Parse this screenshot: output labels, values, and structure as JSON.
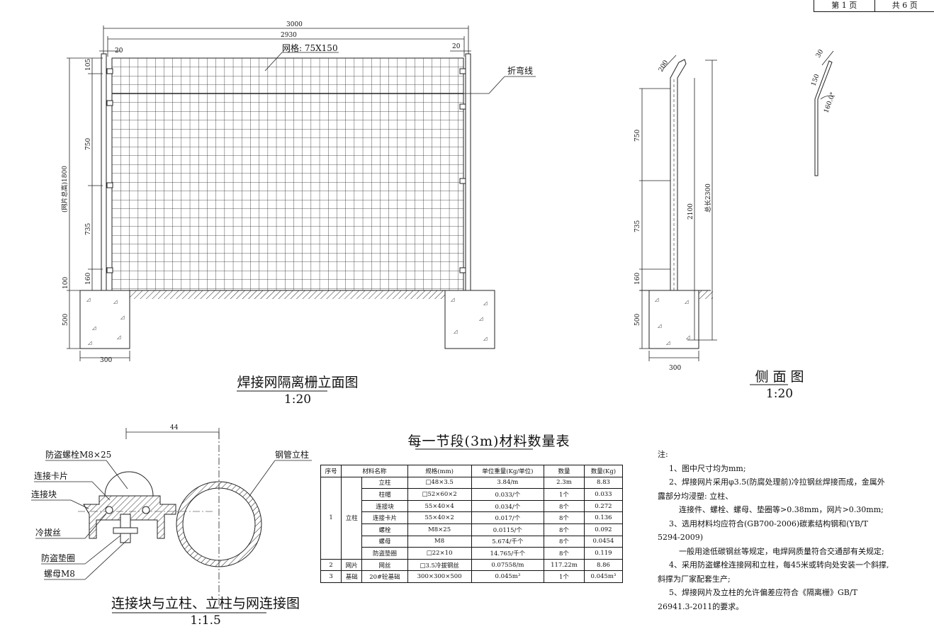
{
  "page_indicator": {
    "current": "第 1 页",
    "total": "共 6 页"
  },
  "elevation": {
    "title": "焊接网隔离栅立面图",
    "scale": "1:20",
    "dims": {
      "total_width": "3000",
      "inner_width": "2930",
      "left_gap": "20",
      "right_gap": "20",
      "mesh_label": "网格: 75X150",
      "bend_label": "折弯线",
      "height_label": "(网片总高)1800",
      "d105": "105",
      "d750": "750",
      "d735": "735",
      "d160": "160",
      "d100": "100",
      "d500": "500",
      "d300": "300"
    }
  },
  "side": {
    "title": "侧 面 图",
    "scale": "1:20",
    "dims": {
      "d200": "200",
      "d750": "750",
      "d735": "735",
      "d160": "160",
      "d500": "500",
      "d300": "300",
      "d2100": "2100",
      "total": "总长2300",
      "d30": "30",
      "d150": "150",
      "angle": "160.0°"
    }
  },
  "connection": {
    "title": "连接块与立柱、立柱与网连接图",
    "scale": "1:1.5",
    "dim": "44",
    "labels": [
      "防盗螺栓M8×25",
      "连接卡片",
      "连接块",
      "冷拔丝",
      "防盗垫圈",
      "螺母M8",
      "钢管立柱"
    ]
  },
  "material_table": {
    "title": "每一节段(3m)材料数量表",
    "headers": [
      "序号",
      "材料名称",
      "规格(mm)",
      "单位重量(Kg/单位)",
      "数量",
      "数量(Kg)"
    ],
    "group1": {
      "no": "1",
      "name": "立柱"
    },
    "rows1": [
      [
        "立柱",
        "□48×3.5",
        "3.84/m",
        "2.3m",
        "8.83"
      ],
      [
        "柱帽",
        "□52×60×2",
        "0.033/个",
        "1个",
        "0.033"
      ],
      [
        "连接块",
        "55×40×4",
        "0.034/个",
        "8个",
        "0.272"
      ],
      [
        "连接卡片",
        "55×40×2",
        "0.017/个",
        "8个",
        "0.136"
      ],
      [
        "螺栓",
        "M8×25",
        "0.0115/个",
        "8个",
        "0.092"
      ],
      [
        "螺母",
        "M8",
        "5.674/千个",
        "8个",
        "0.0454"
      ],
      [
        "防盗垫圈",
        "□22×10",
        "14.765/千个",
        "8个",
        "0.119"
      ]
    ],
    "row2": [
      "2",
      "网片",
      "网丝",
      "□3.5冷拔钢丝",
      "0.07558/m",
      "117.22m",
      "8.86"
    ],
    "row3": [
      "3",
      "基础",
      "20#砼基础",
      "300×300×500",
      "0.045m³",
      "1个",
      "0.045m³"
    ]
  },
  "notes": {
    "head": "注:",
    "lines": [
      "1、图中尺寸均为mm;",
      "2、焊接网片采用φ3.5(防腐处理前)冷拉钢丝焊接而成，金属外",
      "露部分均浸塑: 立柱、",
      "连接件、螺栓、螺母、垫圈等>0.38mm，网片>0.30mm;",
      "3、选用材料均应符合(GB700-2006)碳素结构钢和(YB/T",
      "5294-2009)",
      "一般用途低碳钢丝等规定，电焊网质量符合交通部有关规定;",
      "4、采用防盗螺栓连接网和立柱，每45米或转向处安装一个斜撑,",
      "斜撑为厂家配套生产;",
      "5、焊接网片及立柱的允许偏差应符合《隔离栅》GB/T",
      "26941.3-2011的要求。"
    ]
  }
}
